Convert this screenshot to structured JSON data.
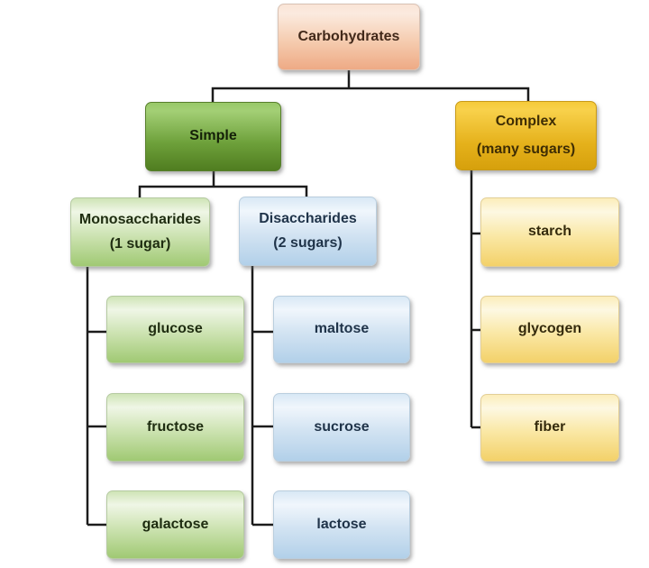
{
  "tree": {
    "root": {
      "label": "Carbohydrates"
    },
    "branches": [
      {
        "label": "Simple",
        "children": [
          {
            "label": "Monosaccharides",
            "sublabel": "(1 sugar)",
            "items": [
              {
                "label": "glucose"
              },
              {
                "label": "fructose"
              },
              {
                "label": "galactose"
              }
            ]
          },
          {
            "label": "Disaccharides",
            "sublabel": "(2 sugars)",
            "items": [
              {
                "label": "maltose"
              },
              {
                "label": "sucrose"
              },
              {
                "label": "lactose"
              }
            ]
          }
        ]
      },
      {
        "label": "Complex",
        "sublabel": "(many sugars)",
        "items": [
          {
            "label": "starch"
          },
          {
            "label": "glycogen"
          },
          {
            "label": "fiber"
          }
        ]
      }
    ]
  },
  "colors": {
    "background": "#ffffff",
    "connector": "#1c1c1c",
    "peach_top": "#fae4d6",
    "peach_bottom": "#eeaa85",
    "peach_text": "#42291a",
    "green_dark_top": "#98c868",
    "green_dark_bottom": "#507d20",
    "green_dark_text": "#142008",
    "gold_top": "#f5ca39",
    "gold_bottom": "#d6a00c",
    "gold_text": "#3e2d04",
    "green_light_top": "#eff6e6",
    "green_light_bottom": "#a0c973",
    "green_light_text": "#1e2c10",
    "blue_top": "#f0f6fc",
    "blue_bottom": "#b2d0e9",
    "blue_text": "#20344a",
    "yellow_top": "#fdf8e2",
    "yellow_bottom": "#f3d169",
    "yellow_text": "#342a0c"
  }
}
